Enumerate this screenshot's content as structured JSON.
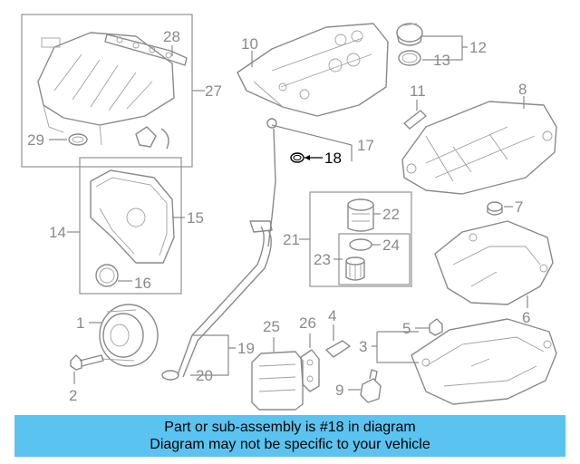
{
  "callouts": {
    "c1": "1",
    "c2": "2",
    "c3": "3",
    "c4": "4",
    "c5": "5",
    "c6": "6",
    "c7": "7",
    "c8": "8",
    "c9": "9",
    "c10": "10",
    "c11": "11",
    "c12": "12",
    "c13": "13",
    "c14": "14",
    "c15": "15",
    "c16": "16",
    "c17": "17",
    "c18": "18",
    "c19": "19",
    "c20": "20",
    "c21": "21",
    "c22": "22",
    "c23": "23",
    "c24": "24",
    "c25": "25",
    "c26": "26",
    "c27": "27",
    "c28": "28",
    "c29": "29"
  },
  "highlighted_part": "18",
  "banner": {
    "line1": "Part or sub-assembly is #18 in diagram",
    "line2": "Diagram may not be specific to your vehicle",
    "color": "#5bc3f0"
  },
  "colors": {
    "line": "#8a8a8a",
    "highlight": "#000000"
  }
}
